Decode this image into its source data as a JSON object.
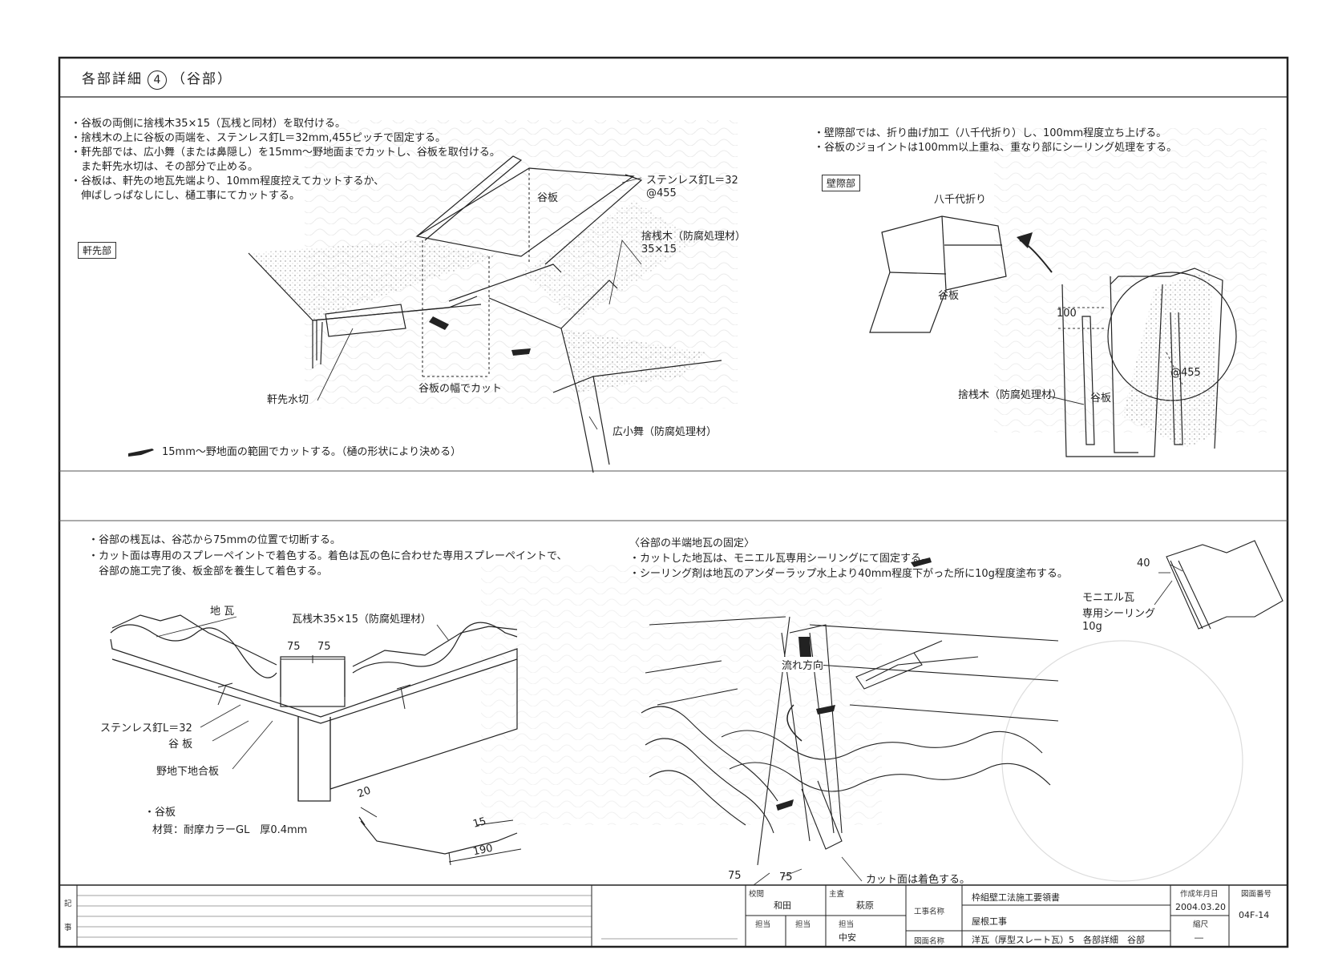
{
  "header": {
    "title_prefix": "各部詳細",
    "title_number": "4",
    "title_suffix": "（谷部）"
  },
  "top_left": {
    "notes": [
      "・谷板の両側に捨桟木35×15（瓦桟と同材）を取付ける。",
      "・捨桟木の上に谷板の両端を、ステンレス釘L＝32mm,455ピッチで固定する。",
      "・軒先部では、広小舞（または鼻隠し）を15mm〜野地面までカットし、谷板を取付ける。",
      "　また軒先水切は、その部分で止める。",
      "・谷板は、軒先の地瓦先端より、10mm程度控えてカットするか、",
      "　伸ばしっぱなしにし、樋工事にてカットする。"
    ],
    "tag": "軒先部",
    "labels": {
      "valley_board": "谷板",
      "nail": "ステンレス釘L＝32",
      "nail_pitch": "@455",
      "batten": "捨桟木（防腐処理材）",
      "batten_size": "35×15",
      "eave_flashing": "軒先水切",
      "cut_width": "谷板の幅でカット",
      "fascia": "広小舞（防腐処理材）"
    },
    "legend": "15mm〜野地面の範囲でカットする。（樋の形状により決める）"
  },
  "top_right": {
    "notes": [
      "・壁際部では、折り曲げ加工（八千代折り）し、100mm程度立ち上げる。",
      "・谷板のジョイントは100mm以上重ね、重なり部にシーリング処理をする。"
    ],
    "tag": "壁際部",
    "labels": {
      "yachiyo": "八千代折り",
      "valley_board_a": "谷板",
      "rise": "100",
      "pitch": "@455",
      "batten": "捨桟木（防腐処理材）",
      "valley_board_b": "谷板"
    }
  },
  "bottom_left": {
    "notes": [
      "・谷部の桟瓦は、谷芯から75mmの位置で切断する。",
      "・カット面は専用のスプレーペイントで着色する。着色は瓦の色に合わせた専用スプレーペイントで、",
      "　谷部の施工完了後、板金部を養生して着色する。"
    ],
    "labels": {
      "ground_tile": "地 瓦",
      "tile_batten": "瓦桟木35×15（防腐処理材）",
      "dim_a": "75",
      "dim_b": "75",
      "nail": "ステンレス釘L＝32",
      "valley_board": "谷 板",
      "substrate": "野地下地合板"
    },
    "material_title": "・谷板",
    "material": "材質：耐摩カラーGL　厚0.4mm",
    "profile": {
      "d1": "20",
      "d2": "15",
      "d3": "190"
    }
  },
  "bottom_right": {
    "heading": "〈谷部の半端地瓦の固定〉",
    "notes": [
      "・カットした地瓦は、モニエル瓦専用シーリングにて固定する。",
      "・シーリング剤は地瓦のアンダーラップ水上より40mm程度下がった所に10g程度塗布する。"
    ],
    "labels": {
      "dim_40": "40",
      "sealant_1": "モニエル瓦",
      "sealant_2": "専用シーリング",
      "sealant_amount": "10g",
      "flow": "流れ方向",
      "dim_a": "75",
      "dim_b": "75",
      "cut_face": "カット面は着色する。"
    }
  },
  "title_block": {
    "remarks_label": "記\n事",
    "remarks_1": "記",
    "remarks_2": "事",
    "check_label": "校閲",
    "check_value": "和田",
    "chief_label": "主査",
    "chief_value": "萩原",
    "staff_label_1": "担当",
    "staff_label_2": "担当",
    "staff_label_3": "担当",
    "staff_value_3": "中安",
    "project_label": "工事名称",
    "project_1": "枠組壁工法施工要領書",
    "project_2": "屋根工事",
    "drawing_label": "図面名称",
    "drawing_name": "洋瓦（厚型スレート瓦）5　各部詳細　谷部",
    "date_label": "作成年月日",
    "date_value": "2004.03.20",
    "scale_label": "縮尺",
    "scale_value": "―",
    "no_label": "図面番号",
    "no_value": "04F-14"
  }
}
